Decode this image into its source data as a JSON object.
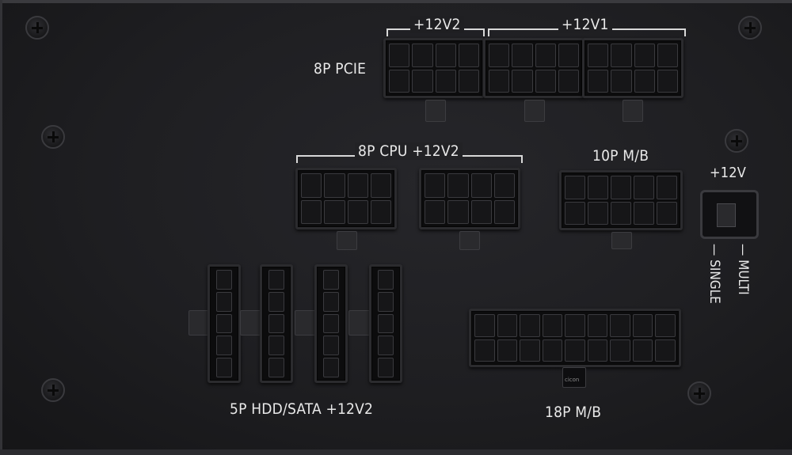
{
  "labels": {
    "pcie_12v2": "+12V2",
    "pcie_12v1": "+12V1",
    "pcie": "8P PCIE",
    "cpu": "8P CPU +12V2",
    "mb10": "10P M/B",
    "rail_switch": "+12V",
    "multi": "— MULTI",
    "single": "— SINGLE",
    "hdd": "5P HDD/SATA +12V2",
    "mb18": "18P M/B",
    "tiny_mark": "cicon"
  }
}
